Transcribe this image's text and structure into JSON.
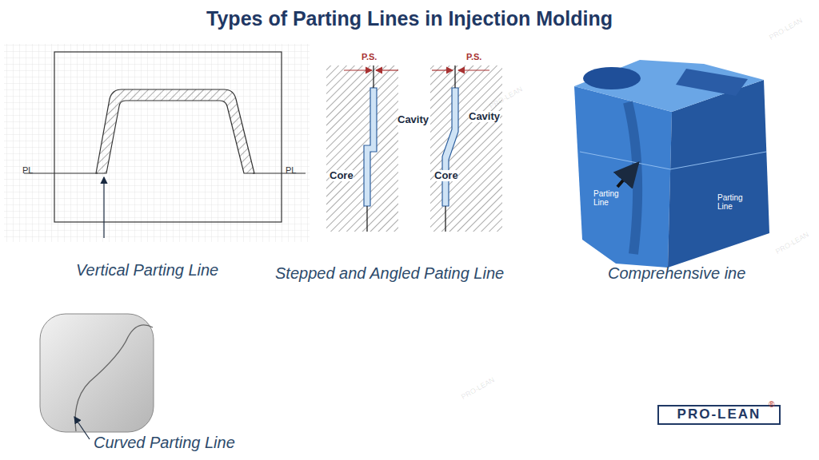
{
  "diagram": {
    "title": "Types of Parting Lines in Injection Molding",
    "labels": [
      "PL",
      "PL",
      "P.S.",
      "Cavity",
      "Core",
      "P.S.",
      "Cavity",
      "Core",
      "Parting Line",
      "Parting Line",
      "Vertical Parting Line",
      "Stepped and Angled Pating Line",
      "Comprehensive ine",
      "Curved Parting Line",
      "PRO-LEAN",
      "®",
      "PRO-LEAN",
      "PRO-LEAN",
      "PRO-LEAN",
      "PRO-LEAN"
    ]
  }
}
